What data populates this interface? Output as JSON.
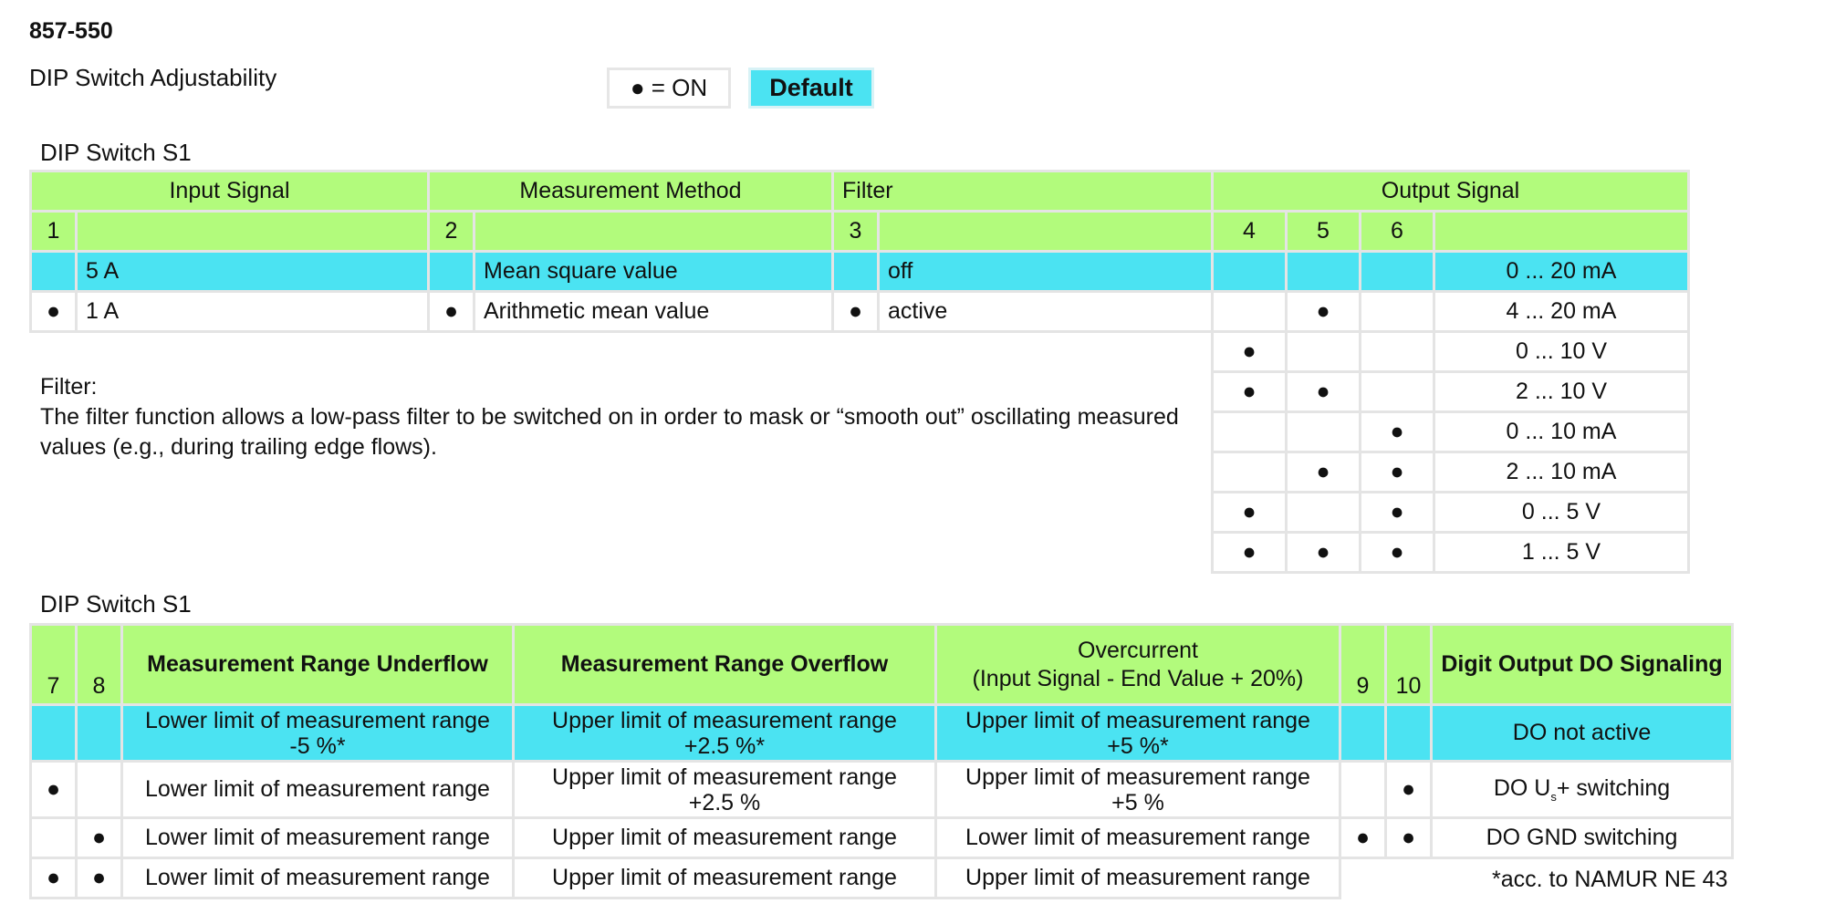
{
  "header": {
    "code": "857-550",
    "subtitle": "DIP Switch Adjustability",
    "legend_on": "● = ON",
    "legend_default": "Default"
  },
  "section_titles": {
    "first": "DIP Switch  S1",
    "second": "DIP Switch  S1"
  },
  "table1": {
    "headers": {
      "input_signal": "Input Signal",
      "measurement_method": "Measurement Method",
      "filter": "Filter",
      "output_signal": "Output Signal"
    },
    "switch_numbers": {
      "s1": "1",
      "s2": "2",
      "s3": "3",
      "s4": "4",
      "s5": "5",
      "s6": "6"
    },
    "rows": [
      {
        "sw1": "",
        "input": "5 A",
        "sw2": "",
        "method": "Mean square value",
        "sw3": "",
        "filter": "off",
        "sw4": "",
        "sw5": "",
        "sw6": "",
        "output": "0 ... 20 mA"
      },
      {
        "sw1": "●",
        "input": "1 A",
        "sw2": "●",
        "method": "Arithmetic mean value",
        "sw3": "●",
        "filter": "active",
        "sw4": "",
        "sw5": "●",
        "sw6": "",
        "output": "4 ... 20 mA"
      }
    ],
    "output_rows": [
      {
        "sw4": "●",
        "sw5": "",
        "sw6": "",
        "output": "0 ... 10 V"
      },
      {
        "sw4": "●",
        "sw5": "●",
        "sw6": "",
        "output": "2 ... 10 V"
      },
      {
        "sw4": "",
        "sw5": "",
        "sw6": "●",
        "output": "0 ... 10 mA"
      },
      {
        "sw4": "",
        "sw5": "●",
        "sw6": "●",
        "output": "2 ... 10 mA"
      },
      {
        "sw4": "●",
        "sw5": "",
        "sw6": "●",
        "output": "0 ... 5 V"
      },
      {
        "sw4": "●",
        "sw5": "●",
        "sw6": "●",
        "output": "1 ... 5 V"
      }
    ]
  },
  "filter_note": {
    "heading": "Filter:",
    "text": "The filter function allows a low-pass filter to be switched on in order to mask or “smooth out” oscillating measured values (e.g., during trailing edge flows)."
  },
  "table2": {
    "headers": {
      "sw7": "7",
      "sw8": "8",
      "underflow": "Measurement Range Underflow",
      "overflow": "Measurement Range Overflow",
      "overcurrent_line1": "Overcurrent",
      "overcurrent_line2": "(Input Signal - End Value + 20%)",
      "sw9": "9",
      "sw10": "10",
      "do": "Digit Output DO Signaling"
    },
    "rows": [
      {
        "sw7": "",
        "sw8": "",
        "underflow_1": "Lower limit of measurement range",
        "underflow_2": "-5 %*",
        "overflow_1": "Upper limit of measurement range",
        "overflow_2": "+2.5 %*",
        "overcurrent_1": "Upper limit of measurement range",
        "overcurrent_2": "+5 %*",
        "sw9": "",
        "sw10": "",
        "do": "DO not active"
      },
      {
        "sw7": "●",
        "sw8": "",
        "underflow_1": "Lower limit of measurement range",
        "underflow_2": "",
        "overflow_1": "Upper limit of measurement range",
        "overflow_2": "+2.5 %",
        "overcurrent_1": "Upper limit of measurement range",
        "overcurrent_2": "+5 %",
        "sw9": "",
        "sw10": "●",
        "do_prefix": "DO U",
        "do_sub": "s",
        "do_suffix": "+ switching"
      },
      {
        "sw7": "",
        "sw8": "●",
        "underflow_1": "Lower limit of measurement range",
        "overflow_1": "Upper limit of measurement range",
        "overcurrent_1": "Lower limit of measurement range",
        "sw9": "●",
        "sw10": "●",
        "do": "DO GND switching"
      },
      {
        "sw7": "●",
        "sw8": "●",
        "underflow_1": "Lower limit of measurement range",
        "overflow_1": "Upper limit of measurement range",
        "overcurrent_1": "Upper limit of measurement range"
      }
    ]
  },
  "footnote": "*acc. to NAMUR NE 43"
}
